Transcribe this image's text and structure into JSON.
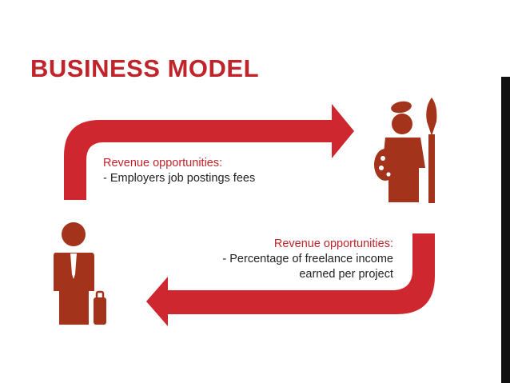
{
  "title": "BUSINESS MODEL",
  "flows": [
    {
      "heading": "Revenue opportunities:",
      "lines": [
        "- Employers job postings fees"
      ]
    },
    {
      "heading": "Revenue opportunities:",
      "lines": [
        "- Percentage of freelance income",
        "earned per project"
      ]
    }
  ],
  "icons": {
    "employer": "businessman-with-briefcase-icon",
    "freelancer": "artist-with-palette-and-brush-icon"
  },
  "colors": {
    "title": "#c0242a",
    "arrow": "#cf2730",
    "icon": "#a3331a",
    "heading": "#c0242a",
    "text": "#222222"
  }
}
